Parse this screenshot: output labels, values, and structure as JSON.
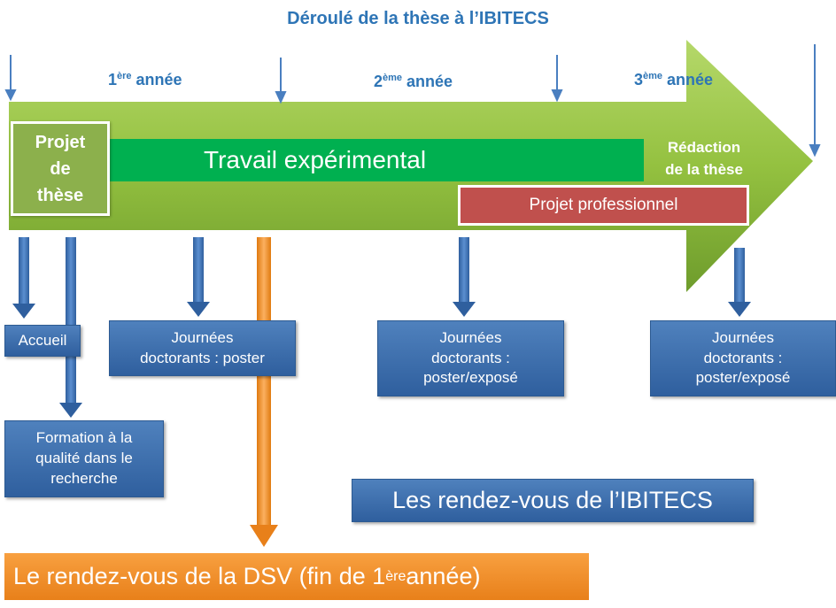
{
  "title": "Déroulé de la thèse à l’IBITECS",
  "years": [
    {
      "num": "1",
      "sup": "ère",
      "label": " année"
    },
    {
      "num": "2",
      "sup": "ème",
      "label": " année"
    },
    {
      "num": "3",
      "sup": "ème",
      "label": " année"
    }
  ],
  "timeline": {
    "projet_these": [
      "Projet",
      "de",
      "thèse"
    ],
    "travail": "Travail expérimental",
    "redaction": [
      "Rédaction",
      "de la thèse"
    ],
    "projet_pro": "Projet professionnel"
  },
  "events": {
    "accueil": "Accueil",
    "formation": [
      "Formation à la",
      "qualité dans le",
      "recherche"
    ],
    "jd1": [
      "Journées",
      "doctorants : poster"
    ],
    "jd2": [
      "Journées",
      "doctorants :",
      "poster/exposé"
    ],
    "jd3": [
      "Journées",
      "doctorants :",
      "poster/exposé"
    ]
  },
  "legend": {
    "ibitecs": "Les rendez-vous de l’IBITECS",
    "dsv_pre": "Le rendez-vous de la DSV (fin de 1",
    "dsv_sup": "ère",
    "dsv_post": " année)"
  },
  "colors": {
    "blue": "#2e75b6",
    "green_arrow": "#8dc03c",
    "green_bar": "#00b050",
    "red": "#c0504d",
    "orange": "#f39530"
  }
}
